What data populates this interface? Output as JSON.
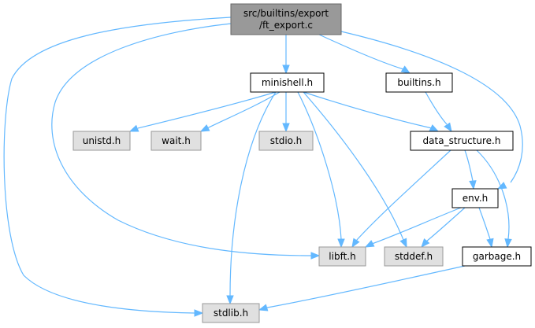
{
  "colors": {
    "edge": "#63B8FF",
    "root_fill": "#999999",
    "local_fill": "#ffffff",
    "system_fill": "#e0e0e0",
    "local_stroke": "#000000",
    "system_stroke": "#999999",
    "root_stroke": "#666666"
  },
  "nodes": {
    "root_line1": "src/builtins/export",
    "root_line2": "/ft_export.c",
    "minishell": "minishell.h",
    "builtins": "builtins.h",
    "unistd": "unistd.h",
    "wait": "wait.h",
    "stdio": "stdio.h",
    "data_structure": "data_structure.h",
    "env": "env.h",
    "libft": "libft.h",
    "stddef": "stddef.h",
    "garbage": "garbage.h",
    "stdlib": "stdlib.h"
  },
  "edges": [
    [
      "root",
      "minishell"
    ],
    [
      "root",
      "builtins"
    ],
    [
      "root",
      "env"
    ],
    [
      "root",
      "libft"
    ],
    [
      "root",
      "stdlib"
    ],
    [
      "minishell",
      "unistd"
    ],
    [
      "minishell",
      "wait"
    ],
    [
      "minishell",
      "stdio"
    ],
    [
      "minishell",
      "data_structure"
    ],
    [
      "minishell",
      "libft"
    ],
    [
      "minishell",
      "stddef"
    ],
    [
      "minishell",
      "stdlib"
    ],
    [
      "builtins",
      "data_structure"
    ],
    [
      "data_structure",
      "env"
    ],
    [
      "data_structure",
      "libft"
    ],
    [
      "data_structure",
      "garbage"
    ],
    [
      "env",
      "libft"
    ],
    [
      "env",
      "stddef"
    ],
    [
      "env",
      "garbage"
    ],
    [
      "garbage",
      "stdlib"
    ]
  ]
}
